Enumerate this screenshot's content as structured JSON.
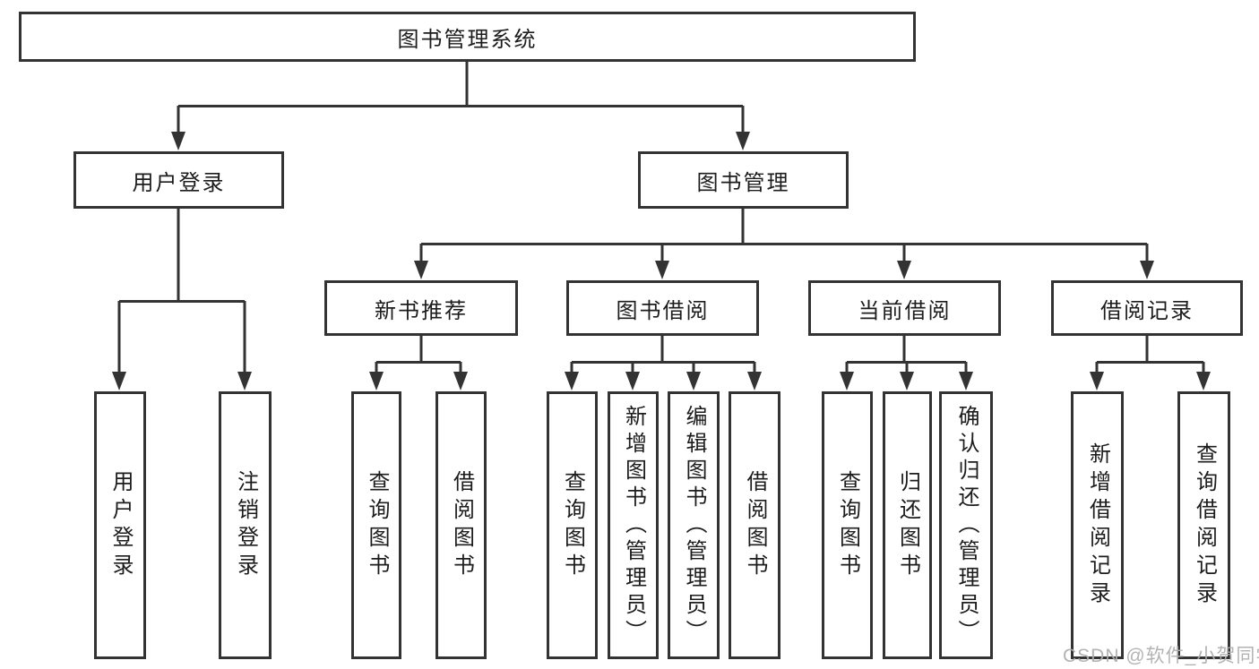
{
  "diagram": {
    "type": "hierarchy",
    "tree": {
      "root": {
        "label": "图书管理系统",
        "children": [
          {
            "label": "用户登录",
            "children": [
              {
                "label": "用户登录"
              },
              {
                "label": "注销登录"
              }
            ]
          },
          {
            "label": "图书管理",
            "children": [
              {
                "label": "新书推荐",
                "children": [
                  {
                    "label": "查询图书"
                  },
                  {
                    "label": "借阅图书"
                  }
                ]
              },
              {
                "label": "图书借阅",
                "children": [
                  {
                    "label": "查询图书"
                  },
                  {
                    "label": "新增图书（管理员）"
                  },
                  {
                    "label": "编辑图书（管理员）"
                  },
                  {
                    "label": "借阅图书"
                  }
                ]
              },
              {
                "label": "当前借阅",
                "children": [
                  {
                    "label": "查询图书"
                  },
                  {
                    "label": "归还图书"
                  },
                  {
                    "label": "确认归还（管理员）"
                  }
                ]
              },
              {
                "label": "借阅记录",
                "children": [
                  {
                    "label": "新增借阅记录"
                  },
                  {
                    "label": "查询借阅记录"
                  }
                ]
              }
            ]
          }
        ]
      }
    },
    "colors": {
      "line": "#333333",
      "text": "#1c1c1c",
      "background": "#ffffff",
      "watermark": "#afafaf"
    }
  },
  "watermark": {
    "text": "CSDN @软件_小贺同学"
  }
}
